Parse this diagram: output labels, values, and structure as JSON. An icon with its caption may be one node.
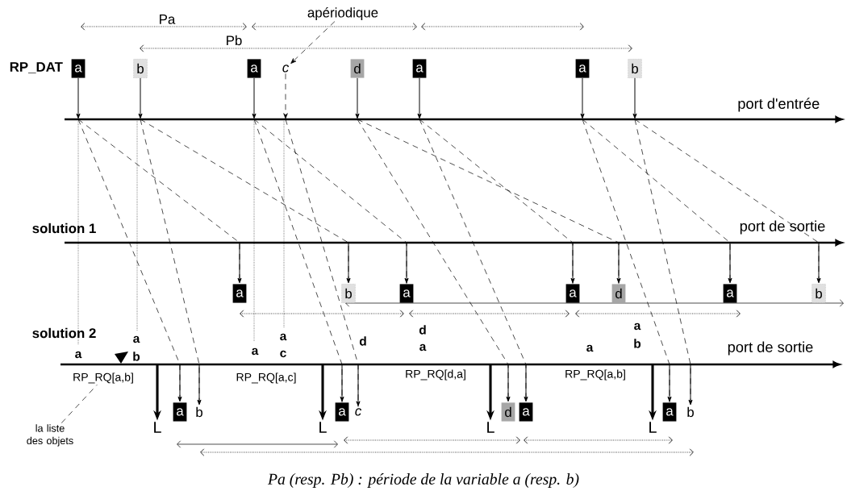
{
  "diagram": {
    "caption": "Pa (resp. Pb) : période de la variable a (resp. b)",
    "nodes": [
      {
        "text": [
          "apériodique"
        ]
      },
      {
        "text": [
          "a"
        ]
      },
      {
        "text": [
          "b"
        ]
      },
      {
        "text": [
          "a"
        ]
      },
      {
        "text": [
          "c"
        ]
      },
      {
        "text": [
          "d"
        ]
      },
      {
        "text": [
          "a"
        ]
      },
      {
        "text": [
          "a"
        ]
      },
      {
        "text": [
          "b"
        ]
      },
      {
        "text": [
          "a"
        ]
      },
      {
        "text": [
          "b"
        ]
      },
      {
        "text": [
          "a"
        ]
      },
      {
        "text": [
          "a"
        ]
      },
      {
        "text": [
          "d"
        ]
      },
      {
        "text": [
          "a"
        ]
      },
      {
        "text": [
          "b"
        ]
      },
      {
        "text": [
          "RP_RQ[a,b]"
        ]
      },
      {
        "text": [
          "RP_RQ[a,c]"
        ]
      },
      {
        "text": [
          "RP_RQ[d,a]"
        ]
      },
      {
        "text": [
          "RP_RQ[a,b]"
        ]
      },
      {
        "text": [
          "L"
        ]
      },
      {
        "text": [
          "a"
        ]
      },
      {
        "text": [
          "b"
        ]
      },
      {
        "text": [
          "L"
        ]
      },
      {
        "text": [
          "a"
        ]
      },
      {
        "text": [
          "c"
        ]
      },
      {
        "text": [
          "L"
        ]
      },
      {
        "text": [
          "d"
        ]
      },
      {
        "text": [
          "a"
        ]
      },
      {
        "text": [
          "L"
        ]
      },
      {
        "text": [
          "a"
        ]
      },
      {
        "text": [
          "b"
        ]
      },
      {
        "text": [
          "la liste des objets"
        ]
      }
    ],
    "edges": [
      {
        "from": 0,
        "to": 4,
        "arrow": "to",
        "style": "dashed"
      },
      {
        "from": 1,
        "to": null,
        "arrow": "to"
      },
      {
        "from": 2,
        "to": null,
        "arrow": "to"
      },
      {
        "from": 3,
        "to": null,
        "arrow": "to"
      },
      {
        "from": 4,
        "to": null,
        "arrow": "to",
        "style": "dashed"
      },
      {
        "from": 5,
        "to": null,
        "arrow": "to"
      },
      {
        "from": 6,
        "to": null,
        "arrow": "to"
      },
      {
        "from": 7,
        "to": null,
        "arrow": "to"
      },
      {
        "from": 8,
        "to": null,
        "arrow": "to"
      },
      {
        "from": 1,
        "to": 9,
        "arrow": "none",
        "style": "dashed"
      },
      {
        "from": 2,
        "to": 10,
        "arrow": "none",
        "style": "dashed"
      },
      {
        "from": 3,
        "to": 11,
        "arrow": "none",
        "style": "dashed"
      },
      {
        "from": 6,
        "to": 12,
        "arrow": "none",
        "style": "dashed"
      },
      {
        "from": 5,
        "to": 13,
        "arrow": "none",
        "style": "dashed"
      },
      {
        "from": 7,
        "to": 14,
        "arrow": "none",
        "style": "dashed"
      },
      {
        "from": 8,
        "to": 15,
        "arrow": "none",
        "style": "dashed"
      },
      {
        "from": null,
        "to": 9,
        "arrow": "to"
      },
      {
        "from": null,
        "to": 10,
        "arrow": "to"
      },
      {
        "from": null,
        "to": 11,
        "arrow": "to"
      },
      {
        "from": null,
        "to": 12,
        "arrow": "to"
      },
      {
        "from": null,
        "to": 13,
        "arrow": "to"
      },
      {
        "from": null,
        "to": 14,
        "arrow": "to"
      },
      {
        "from": null,
        "to": 15,
        "arrow": "to"
      },
      {
        "from": 1,
        "to": 21,
        "arrow": "none",
        "style": "dashed"
      },
      {
        "from": 2,
        "to": 22,
        "arrow": "none",
        "style": "dashed"
      },
      {
        "from": 3,
        "to": 24,
        "arrow": "none",
        "style": "dashed"
      },
      {
        "from": 4,
        "to": 25,
        "arrow": "none",
        "style": "dashed"
      },
      {
        "from": 5,
        "to": 27,
        "arrow": "none",
        "style": "dashed"
      },
      {
        "from": 6,
        "to": 28,
        "arrow": "none",
        "style": "dashed"
      },
      {
        "from": 7,
        "to": 30,
        "arrow": "none",
        "style": "dashed"
      },
      {
        "from": 8,
        "to": 31,
        "arrow": "none",
        "style": "dashed"
      },
      {
        "from": null,
        "to": 20,
        "arrow": "to",
        "style": "thick"
      },
      {
        "from": null,
        "to": 21,
        "arrow": "to"
      },
      {
        "from": null,
        "to": 22,
        "arrow": "to"
      },
      {
        "from": null,
        "to": 23,
        "arrow": "to",
        "style": "thick"
      },
      {
        "from": null,
        "to": 24,
        "arrow": "to"
      },
      {
        "from": null,
        "to": 25,
        "arrow": "to"
      },
      {
        "from": null,
        "to": 26,
        "arrow": "to",
        "style": "thick"
      },
      {
        "from": null,
        "to": 27,
        "arrow": "to"
      },
      {
        "from": null,
        "to": 28,
        "arrow": "to"
      },
      {
        "from": null,
        "to": 29,
        "arrow": "to",
        "style": "thick"
      },
      {
        "from": null,
        "to": 30,
        "arrow": "to"
      },
      {
        "from": null,
        "to": 31,
        "arrow": "to"
      },
      {
        "from": 32,
        "to": 16,
        "arrow": "none",
        "style": "dashed"
      }
    ],
    "labels": [
      "Pa",
      "Pb",
      "RP_DAT",
      "port d'entrée",
      "solution 1",
      "port de sortie",
      "solution 2",
      "a",
      "a",
      "b",
      "a",
      "a",
      "c",
      "d",
      "d",
      "a",
      "a",
      "a",
      "b",
      "port de sortie"
    ]
  }
}
